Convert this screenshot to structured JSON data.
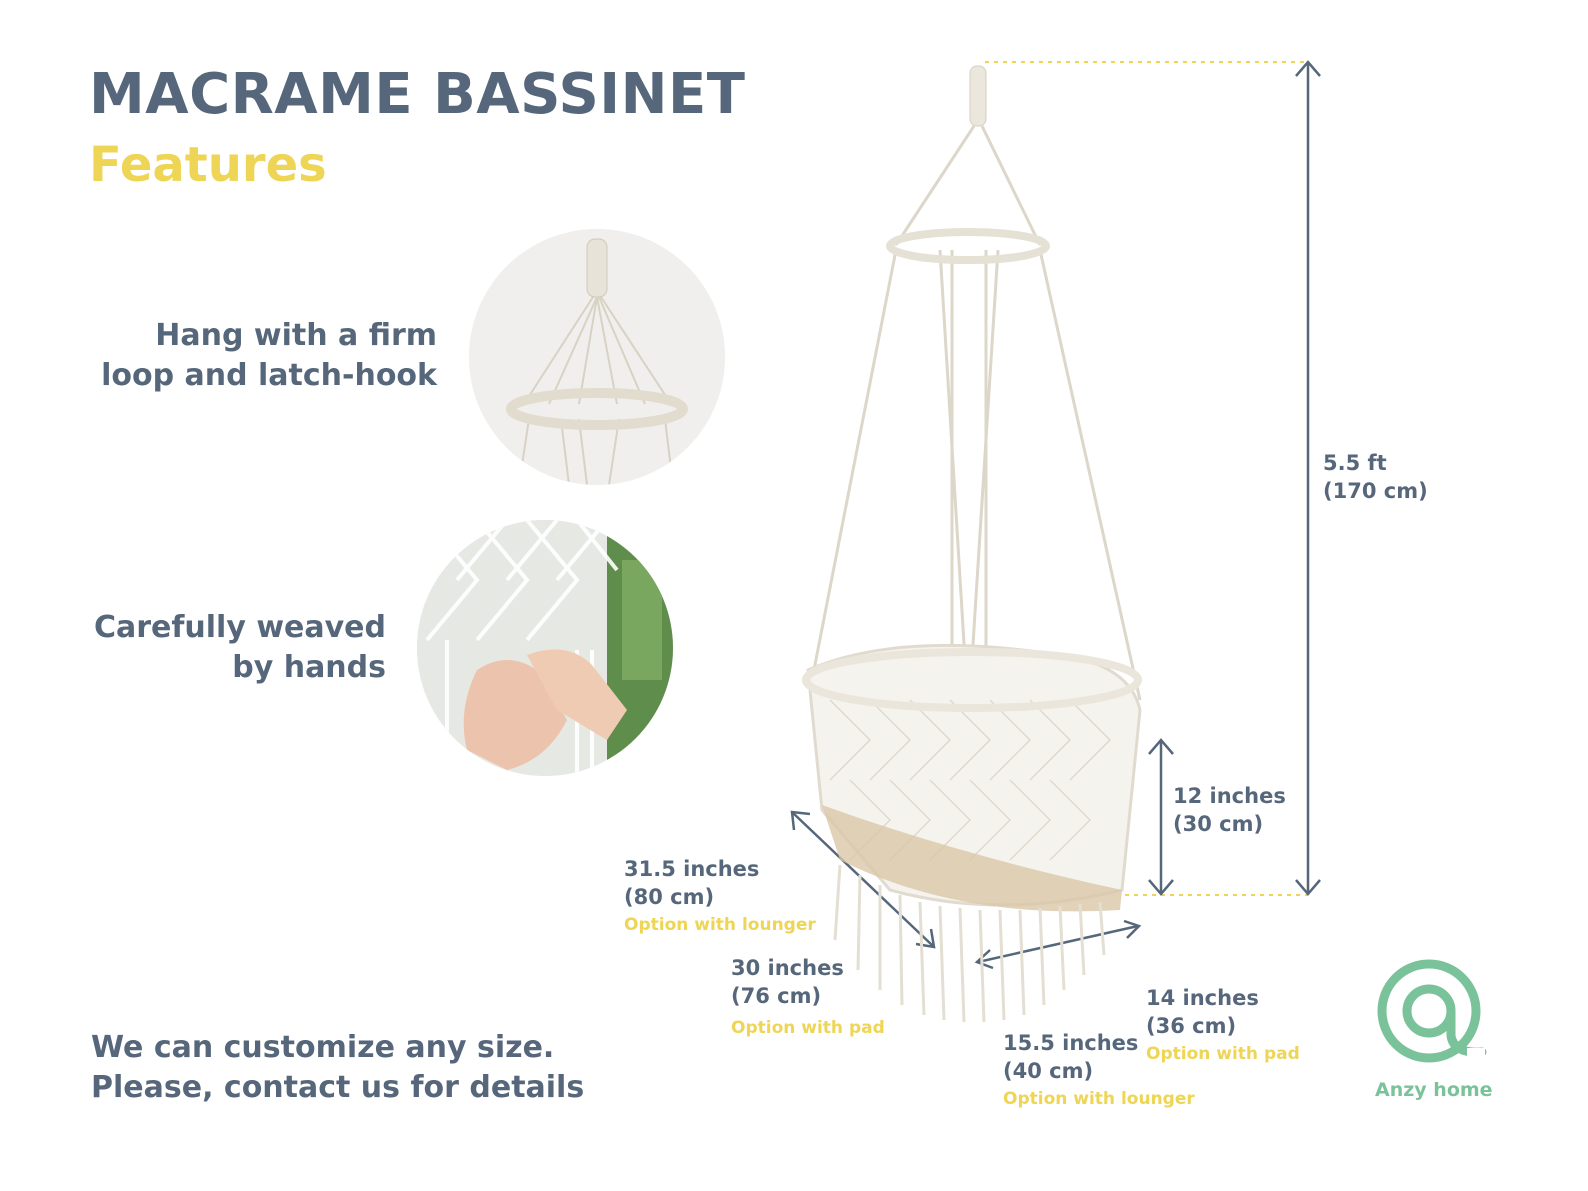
{
  "header": {
    "title": "MACRAME BASSINET",
    "subtitle": "Features"
  },
  "features": [
    {
      "line1": "Hang with a firm",
      "line2": "loop and latch-hook"
    },
    {
      "line1": "Carefully weaved",
      "line2": "by hands"
    }
  ],
  "dimensions": {
    "height": {
      "line1": "5.5 ft",
      "line2": "(170 cm)"
    },
    "depth": {
      "line1": "12 inches",
      "line2": "(30 cm)"
    },
    "length_lounger": {
      "line1": "31.5 inches",
      "line2": "(80 cm)",
      "option": "Option with lounger"
    },
    "length_pad": {
      "line1": "30 inches",
      "line2": "(76 cm)",
      "option": "Option with pad"
    },
    "width_pad": {
      "line1": "14 inches",
      "line2": "(36 cm)",
      "option": "Option with pad"
    },
    "width_lounger": {
      "line1": "15.5 inches",
      "line2": "(40 cm)",
      "option": "Option with lounger"
    }
  },
  "footer": {
    "line1": "We can customize any size.",
    "line2": "Please, contact us for details"
  },
  "brand": {
    "name": "Anzy home",
    "logo_icon": "anzy-home-logo-icon"
  },
  "colors": {
    "heading": "#56677b",
    "accent": "#eed555",
    "brand": "#79c29a"
  }
}
